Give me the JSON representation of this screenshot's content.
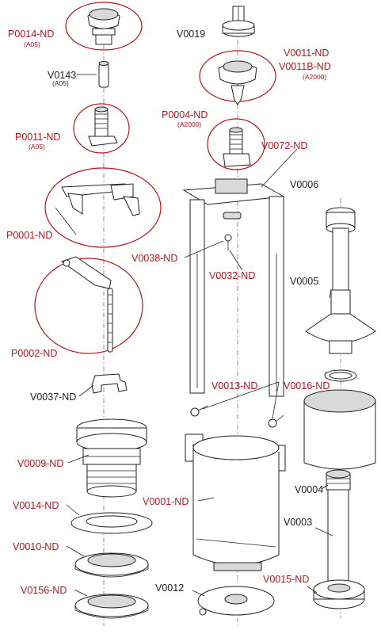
{
  "parts": {
    "p0014": {
      "code": "P0014-ND",
      "variant": "(A05)"
    },
    "v0143": {
      "code": "V0143",
      "variant": "(A05)"
    },
    "p0011": {
      "code": "P0011-ND",
      "variant": "(A05)"
    },
    "p0001": {
      "code": "P0001-ND"
    },
    "p0002": {
      "code": "P0002-ND"
    },
    "v0037": {
      "code": "V0037-ND"
    },
    "v0009": {
      "code": "V0009-ND"
    },
    "v0014": {
      "code": "V0014-ND"
    },
    "v0010": {
      "code": "V0010-ND"
    },
    "v0156": {
      "code": "V0156-ND"
    },
    "v0019": {
      "code": "V0019"
    },
    "v0011": {
      "code": "V0011-ND"
    },
    "v0011b": {
      "code": "V0011B-ND",
      "variant": "(A2000)"
    },
    "p0004": {
      "code": "P0004-ND",
      "variant": "(A2000)"
    },
    "v0072": {
      "code": "V0072-ND"
    },
    "v0038": {
      "code": "V0038-ND"
    },
    "v0032": {
      "code": "V0032-ND"
    },
    "v0006": {
      "code": "V0006"
    },
    "v0005": {
      "code": "V0005"
    },
    "v0016": {
      "code": "V0016-ND"
    },
    "v0013": {
      "code": "V0013-ND"
    },
    "v0004": {
      "code": "V0004"
    },
    "v0001": {
      "code": "V0001-ND"
    },
    "v0003": {
      "code": "V0003"
    },
    "v0012": {
      "code": "V0012"
    },
    "v0015": {
      "code": "V0015-ND"
    }
  },
  "colors": {
    "highlight": "#b5161b",
    "line": "#222222"
  }
}
